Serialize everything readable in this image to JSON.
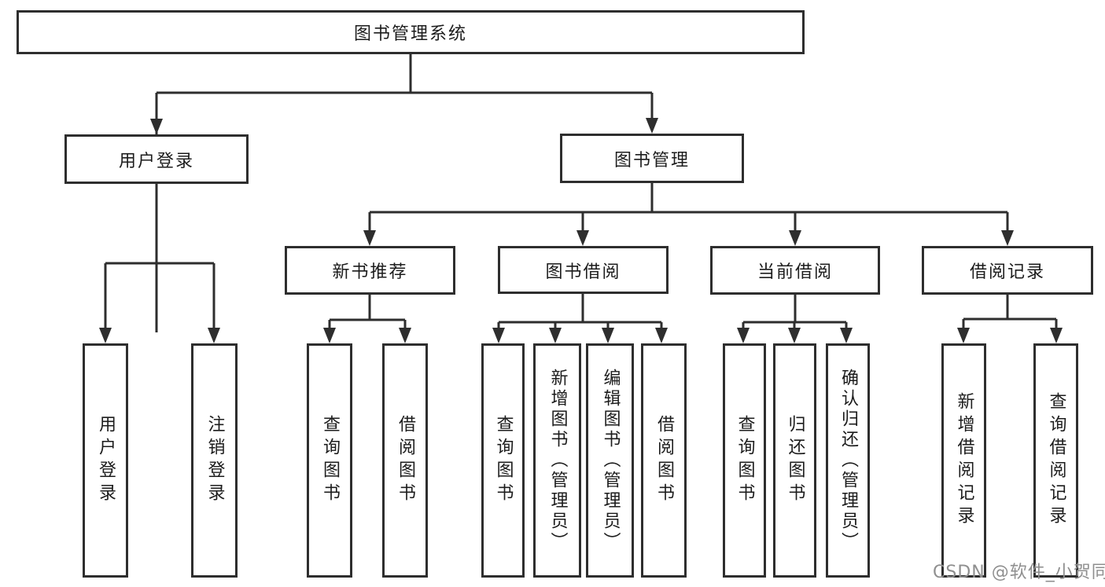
{
  "diagram": {
    "nodes": {
      "root": "图书管理系统",
      "user_login": "用户登录",
      "book_mgmt": "图书管理",
      "new_book_rec": "新书推荐",
      "book_borrow": "图书借阅",
      "current_borrow": "当前借阅",
      "borrow_records": "借阅记录",
      "leaf_user_login": "用户登录",
      "leaf_logout": "注销登录",
      "rec_query_book": "查询图书",
      "rec_borrow_book": "借阅图书",
      "bb_query_book": "查询图书",
      "bb_add_book": "新增图书（管理员）",
      "bb_edit_book": "编辑图书（管理员）",
      "bb_borrow_book": "借阅图书",
      "cb_query_book": "查询图书",
      "cb_return_book": "归还图书",
      "cb_confirm_return": "确认归还（管理员）",
      "br_add_record": "新增借阅记录",
      "br_query_record": "查询借阅记录"
    }
  },
  "watermark": "CSDN @软件_小贺同学",
  "colors": {
    "line": "#2e2e2e",
    "text": "#1c1c1c",
    "background": "#ffffff",
    "watermark": "#8f8f8f"
  }
}
